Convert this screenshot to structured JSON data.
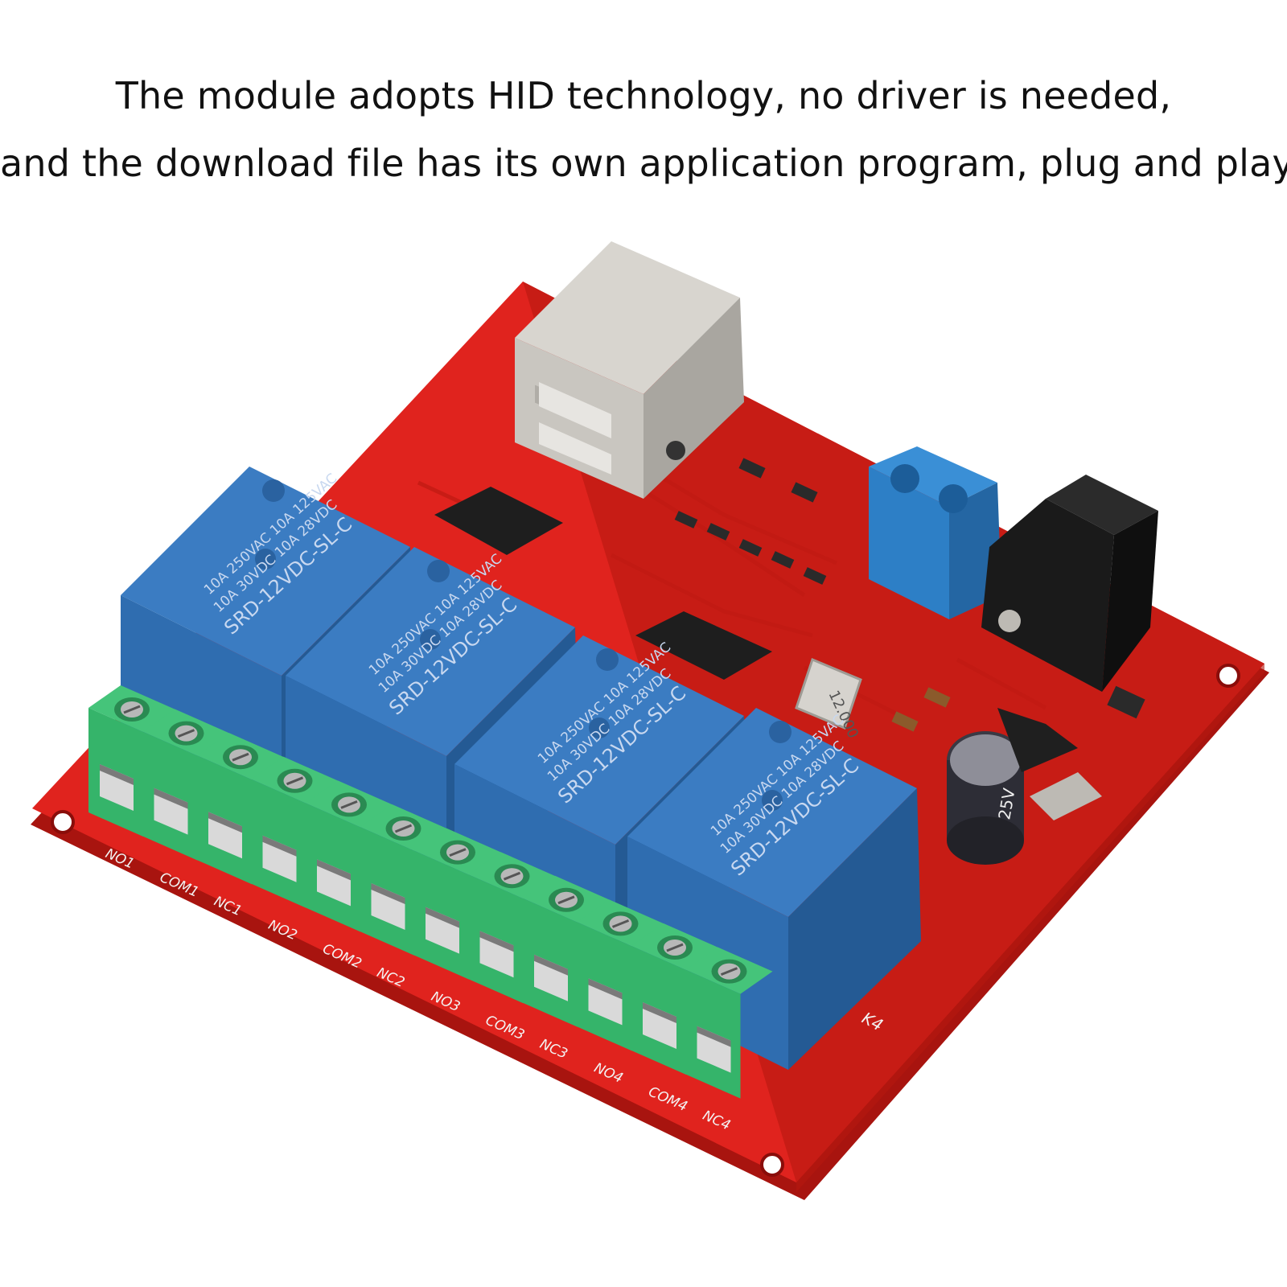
{
  "caption": {
    "line1": "The module adopts HID technology, no driver is needed,",
    "line2": "and the download file has its own application program, plug and play"
  },
  "relay": {
    "model": "SRD-12VDC-SL-C",
    "rating_ac": "10A 250VAC 10A 125VAC",
    "rating_dc": "10A 30VDC 10A 28VDC"
  },
  "crystal": "12.000",
  "capacitor": "25V",
  "relay_id": "K4",
  "terminals": [
    "NO1",
    "COM1",
    "NC1",
    "NO2",
    "COM2",
    "NC2",
    "NO3",
    "COM3",
    "NC3",
    "NO4",
    "COM4",
    "NC4"
  ],
  "colors": {
    "pcb": "#e0231e",
    "relay": "#2f6db0",
    "terminal": "#35b46a",
    "connector_blue": "#2d7fc6",
    "usb_metal": "#c9c6c0"
  }
}
